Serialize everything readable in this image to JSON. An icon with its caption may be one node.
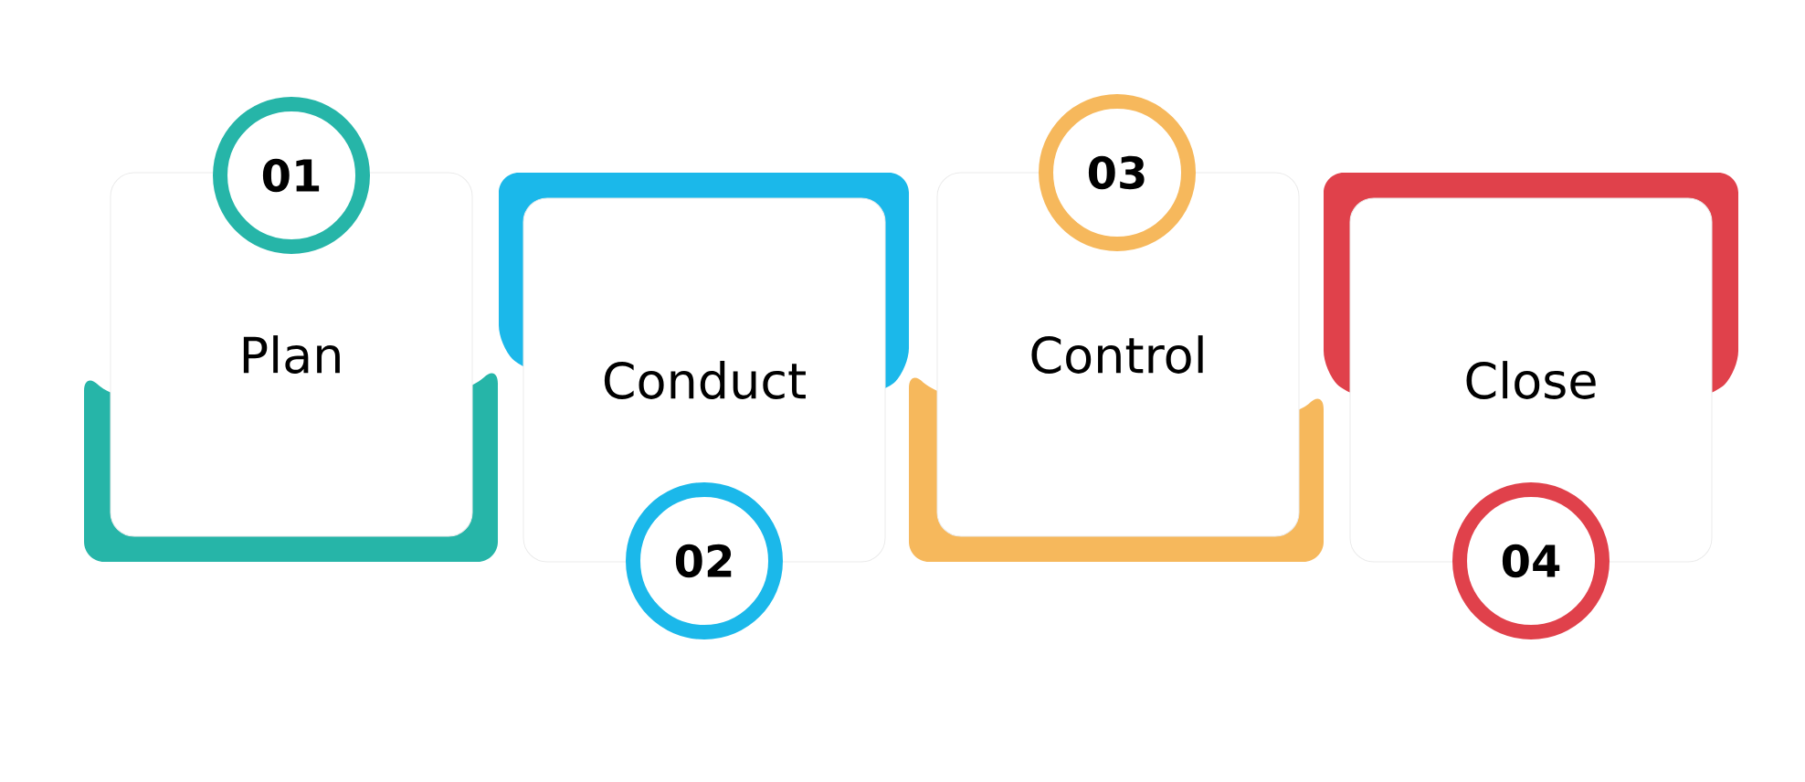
{
  "diagram": {
    "nodes": [
      {
        "text": [
          "01"
        ]
      },
      {
        "text": [
          "Plan"
        ]
      },
      {
        "text": [
          "Conduct"
        ]
      },
      {
        "text": [
          "02"
        ]
      },
      {
        "text": [
          "03"
        ]
      },
      {
        "text": [
          "Control"
        ]
      },
      {
        "text": [
          "Close"
        ]
      },
      {
        "text": [
          "04"
        ]
      }
    ]
  }
}
